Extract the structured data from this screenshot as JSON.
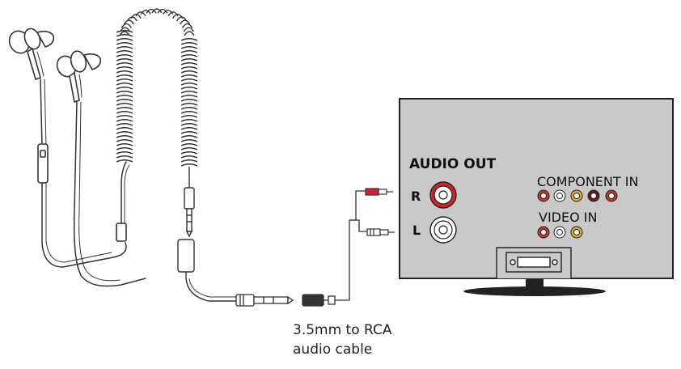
{
  "tv": {
    "audio_out_label": "AUDIO OUT",
    "right_label": "R",
    "left_label": "L",
    "component_in_label": "COMPONENT IN",
    "video_in_label": "VIDEO IN"
  },
  "cable": {
    "caption_line1": "3.5mm to RCA",
    "caption_line2": "audio cable"
  },
  "colors": {
    "tv_panel": "#c9c9c9",
    "rca_red": "#d4202a",
    "rca_white": "#ffffff",
    "component_red": "#c0392b",
    "component_yellow": "#e5a82a"
  }
}
